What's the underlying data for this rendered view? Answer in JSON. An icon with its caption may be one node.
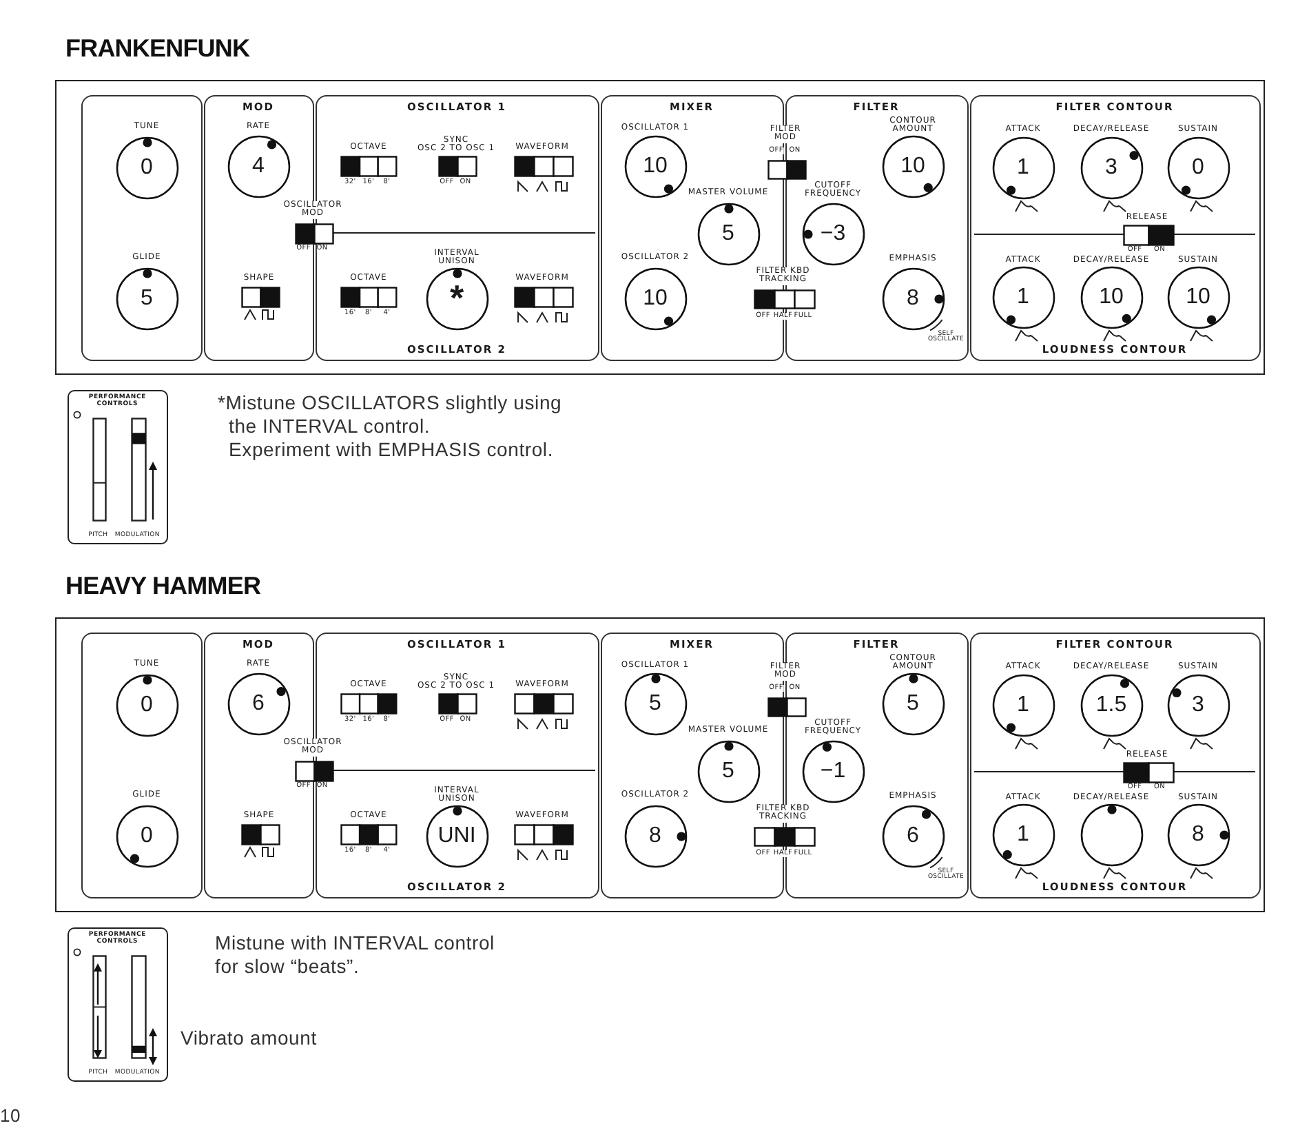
{
  "diagram": {
    "nodes": [
      {
        "text": [
          "FRANKENFUNK"
        ]
      },
      {
        "text": [],
        "shape": "box",
        "in": 0
      },
      {
        "text": [
          "TUNE",
          "0"
        ],
        "in": 1
      },
      {
        "text": [
          "GLIDE",
          "5"
        ],
        "in": 1
      },
      {
        "text": [
          "MOD"
        ],
        "in": 0
      },
      {
        "text": [
          "RATE",
          "4"
        ],
        "in": 4
      },
      {
        "text": [
          "SHAPE"
        ],
        "in": 4
      },
      {
        "text": [
          "OSCILLATOR MOD",
          "OFF",
          "ON"
        ],
        "in": 0
      },
      {
        "text": [
          "OSCILLATOR 1",
          "OSCILLATOR 2"
        ],
        "in": 0
      },
      {
        "text": [
          "OCTAVE",
          "32'",
          "16'",
          "8'"
        ],
        "in": 8
      },
      {
        "text": [
          "SYNC",
          "OSC 2 TO OSC 1",
          "OFF",
          "ON"
        ],
        "in": 8
      },
      {
        "text": [
          "WAVEFORM"
        ],
        "in": 8
      },
      {
        "text": [
          "OCTAVE",
          "16'",
          "8'",
          "4'"
        ],
        "in": 8
      },
      {
        "text": [
          "INTERVAL UNISON",
          "*"
        ],
        "in": 8
      },
      {
        "text": [
          "WAVEFORM"
        ],
        "in": 8
      },
      {
        "text": [
          "MIXER"
        ],
        "in": 0
      },
      {
        "text": [
          "OSCILLATOR 1",
          "10"
        ],
        "in": 15
      },
      {
        "text": [
          "MASTER VOLUME",
          "5"
        ],
        "in": 15
      },
      {
        "text": [
          "OSCILLATOR 2",
          "10"
        ],
        "in": 15
      },
      {
        "text": [
          "FILTER MOD",
          "OFF",
          "ON"
        ],
        "in": 0
      },
      {
        "text": [
          "FILTER KBD TRACKING",
          "OFF",
          "HALF",
          "FULL"
        ],
        "in": 0
      },
      {
        "text": [
          "FILTER"
        ],
        "in": 0
      },
      {
        "text": [
          "CONTOUR AMOUNT",
          "10"
        ],
        "in": 21
      },
      {
        "text": [
          "CUTOFF FREQUENCY",
          "−3"
        ],
        "in": 21
      },
      {
        "text": [
          "EMPHASIS",
          "8"
        ],
        "beside": [
          "SELF OSCILLATE"
        ],
        "in": 21
      },
      {
        "text": [
          "FILTER CONTOUR",
          "LOUDNESS CONTOUR"
        ],
        "in": 0
      },
      {
        "text": [
          "ATTACK",
          "1"
        ],
        "in": 25
      },
      {
        "text": [
          "DECAY/RELEASE",
          "3"
        ],
        "in": 25
      },
      {
        "text": [
          "SUSTAIN",
          "0"
        ],
        "in": 25
      },
      {
        "text": [
          "RELEASE",
          "OFF",
          "ON"
        ],
        "in": 25
      },
      {
        "text": [
          "ATTACK",
          "1"
        ],
        "in": 25
      },
      {
        "text": [
          "DECAY/RELEASE",
          "10"
        ],
        "in": 25
      },
      {
        "text": [
          "SUSTAIN",
          "10"
        ],
        "in": 25
      },
      {
        "text": [
          "PERFORMANCE CONTROLS"
        ]
      },
      {
        "text": [
          "PITCH"
        ],
        "in": 33
      },
      {
        "text": [
          "MODULATION"
        ],
        "in": 33
      },
      {
        "text": [
          "HEAVY HAMMER"
        ]
      },
      {
        "text": [],
        "shape": "box",
        "in": 36
      },
      {
        "text": [
          "TUNE",
          "0"
        ],
        "in": 37
      },
      {
        "text": [
          "GLIDE",
          "0"
        ],
        "in": 37
      },
      {
        "text": [
          "MOD"
        ],
        "in": 36
      },
      {
        "text": [
          "RATE",
          "6"
        ],
        "in": 40
      },
      {
        "text": [
          "SHAPE"
        ],
        "in": 40
      },
      {
        "text": [
          "OSCILLATOR MOD",
          "OFF",
          "ON"
        ],
        "in": 36
      },
      {
        "text": [
          "OSCILLATOR 1",
          "OSCILLATOR 2"
        ],
        "in": 36
      },
      {
        "text": [
          "OCTAVE",
          "32'",
          "16'",
          "8'"
        ],
        "in": 44
      },
      {
        "text": [
          "SYNC",
          "OSC 2 TO OSC 1",
          "OFF",
          "ON"
        ],
        "in": 44
      },
      {
        "text": [
          "WAVEFORM"
        ],
        "in": 44
      },
      {
        "text": [
          "OCTAVE",
          "16'",
          "8'",
          "4'"
        ],
        "in": 44
      },
      {
        "text": [
          "INTERVAL UNISON",
          "UNI"
        ],
        "in": 44
      },
      {
        "text": [
          "WAVEFORM"
        ],
        "in": 44
      },
      {
        "text": [
          "MIXER"
        ],
        "in": 36
      },
      {
        "text": [
          "OSCILLATOR 1",
          "5"
        ],
        "in": 51
      },
      {
        "text": [
          "MASTER VOLUME",
          "5"
        ],
        "in": 51
      },
      {
        "text": [
          "OSCILLATOR 2",
          "8"
        ],
        "in": 51
      },
      {
        "text": [
          "FILTER MOD",
          "OFF",
          "ON"
        ],
        "in": 36
      },
      {
        "text": [
          "FILTER KBD TRACKING",
          "OFF",
          "HALF",
          "FULL"
        ],
        "in": 36
      },
      {
        "text": [
          "FILTER"
        ],
        "in": 36
      },
      {
        "text": [
          "CONTOUR AMOUNT",
          "5"
        ],
        "in": 57
      },
      {
        "text": [
          "CUTOFF FREQUENCY",
          "−1"
        ],
        "in": 57
      },
      {
        "text": [
          "EMPHASIS",
          "6"
        ],
        "beside": [
          "SELF OSCILLATE"
        ],
        "in": 57
      },
      {
        "text": [
          "FILTER CONTOUR",
          "LOUDNESS CONTOUR"
        ],
        "in": 36
      },
      {
        "text": [
          "ATTACK",
          "1"
        ],
        "in": 61
      },
      {
        "text": [
          "DECAY/RELEASE",
          "1.5"
        ],
        "in": 61
      },
      {
        "text": [
          "SUSTAIN",
          "3"
        ],
        "in": 61
      },
      {
        "text": [
          "RELEASE",
          "OFF",
          "ON"
        ],
        "in": 61
      },
      {
        "text": [
          "ATTACK",
          "1"
        ],
        "in": 61
      },
      {
        "text": [
          "DECAY/RELEASE"
        ],
        "in": 61
      },
      {
        "text": [
          "SUSTAIN",
          "8"
        ],
        "in": 61
      },
      {
        "text": [
          "PERFORMANCE CONTROLS"
        ]
      },
      {
        "text": [
          "PITCH"
        ],
        "in": 69
      },
      {
        "text": [
          "MODULATION"
        ],
        "in": 69
      }
    ],
    "labels": [
      "*Mistune OSCILLATORS slightly using the INTERVAL control.",
      "Experiment with EMPHASIS control.",
      "Mistune with INTERVAL control for slow “beats”.",
      "Vibrato amount",
      "10"
    ]
  }
}
